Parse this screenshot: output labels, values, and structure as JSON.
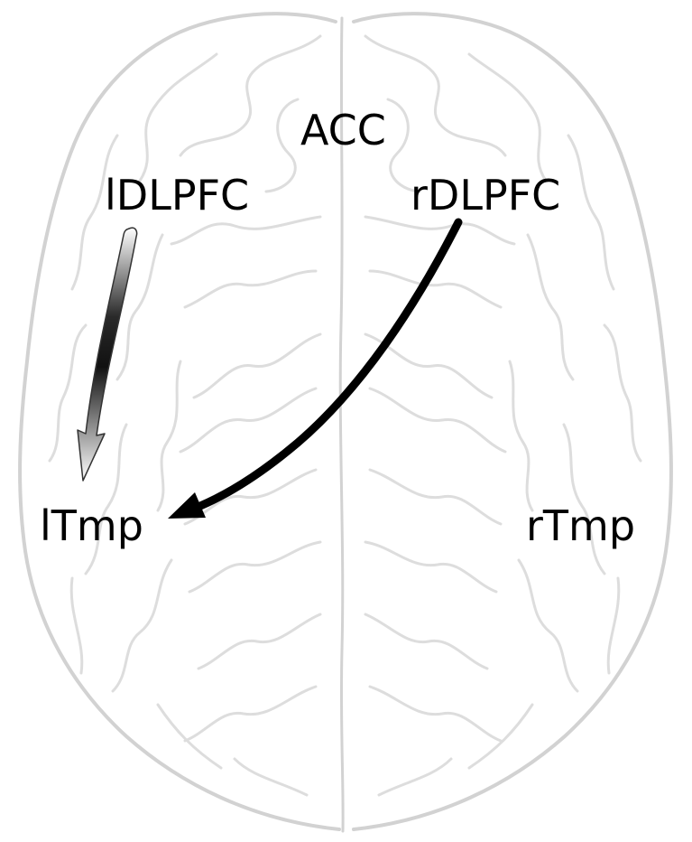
{
  "diagram": {
    "regions": [
      {
        "id": "acc",
        "label": "ACC"
      },
      {
        "id": "ldlpfc",
        "label": "lDLPFC"
      },
      {
        "id": "rdlpfc",
        "label": "rDLPFC"
      },
      {
        "id": "ltmp",
        "label": "lTmp"
      },
      {
        "id": "rtmp",
        "label": "rTmp"
      }
    ],
    "connections": [
      {
        "from": "lDLPFC",
        "to": "lTmp",
        "style": "gradient-hollow"
      },
      {
        "from": "rDLPFC",
        "to": "lTmp",
        "style": "solid-black"
      }
    ],
    "colors": {
      "outline": "#d0d0d0",
      "text": "#000000",
      "arrow_solid": "#000000"
    }
  }
}
